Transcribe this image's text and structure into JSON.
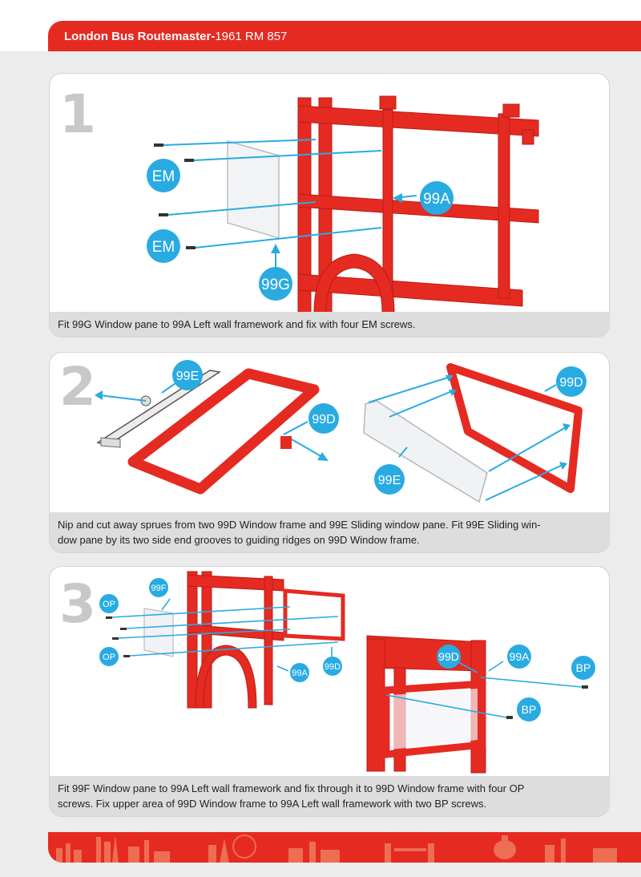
{
  "header": {
    "brand": "London Bus Routemaster-",
    "model": "1961 RM 857"
  },
  "steps": [
    {
      "number": "1",
      "labels": {
        "em_top": "EM",
        "em_bottom": "EM",
        "frame": "99A",
        "pane": "99G"
      },
      "caption": "Fit 99G Window pane to 99A Left wall framework and fix with four EM screws."
    },
    {
      "number": "2",
      "labels": {
        "pane_top": "99E",
        "frame_left": "99D",
        "frame_right": "99D",
        "pane_right": "99E"
      },
      "caption_line1": "Nip and cut away sprues from two 99D Window frame and 99E Sliding window pane. Fit 99E Sliding win-",
      "caption_line2": "dow pane by its two side end grooves to guiding ridges on 99D Window frame."
    },
    {
      "number": "3",
      "labels": {
        "op_top": "OP",
        "op_bottom": "OP",
        "pane": "99F",
        "frame_small": "99A",
        "window_small": "99D",
        "window_large": "99D",
        "frame_large": "99A",
        "bp_top": "BP",
        "bp_bottom": "BP"
      },
      "caption_line1": "Fit 99F Window pane to 99A Left wall framework and fix through it to 99D Window frame with four OP",
      "caption_line2": "screws. Fix upper area of 99D Window frame to 99A Left wall framework with two BP screws."
    }
  ],
  "colors": {
    "red": "#e52a22",
    "callout": "#29abe2",
    "panel_bg": "#ffffff",
    "caption_bg": "#dddddd"
  }
}
